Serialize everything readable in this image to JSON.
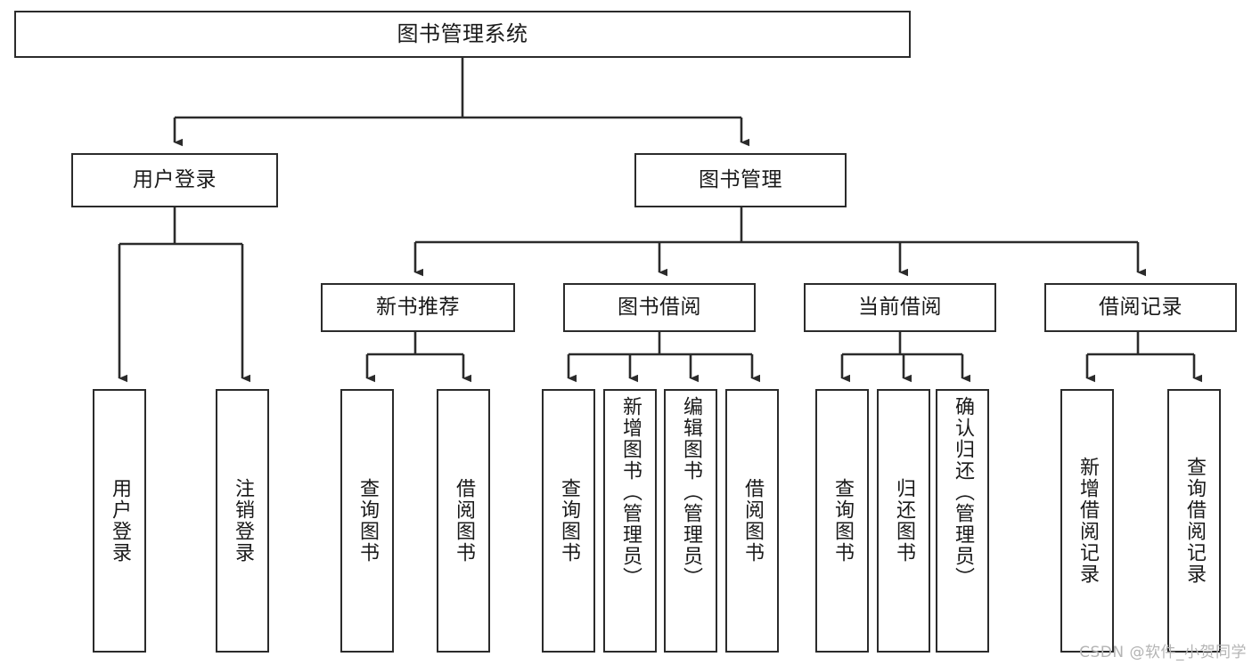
{
  "diagram": {
    "title": "图书管理系统",
    "type": "tree-hierarchy-chart",
    "watermark": "CSDN @软件_小贺同学",
    "colors": {
      "stroke": "#2b2b2b",
      "fill": "#ffffff",
      "text": "#1a1a1a",
      "watermark": "#b4b4b4"
    },
    "levels": {
      "root": {
        "label": "图书管理系统"
      },
      "level2": [
        {
          "label": "用户登录"
        },
        {
          "label": "图书管理"
        }
      ],
      "level3": [
        {
          "label": "新书推荐"
        },
        {
          "label": "图书借阅"
        },
        {
          "label": "当前借阅"
        },
        {
          "label": "借阅记录"
        }
      ],
      "leaves": {
        "user_login": [
          {
            "label": "用户登录"
          },
          {
            "label": "注销登录"
          }
        ],
        "new_book_recommend": [
          {
            "label": "查询图书"
          },
          {
            "label": "借阅图书"
          }
        ],
        "book_borrow": [
          {
            "label": "查询图书"
          },
          {
            "label": "新增图书（管理员）"
          },
          {
            "label": "编辑图书（管理员）"
          },
          {
            "label": "借阅图书"
          }
        ],
        "current_borrow": [
          {
            "label": "查询图书"
          },
          {
            "label": "归还图书"
          },
          {
            "label": "确认归还（管理员）"
          }
        ],
        "borrow_record": [
          {
            "label": "新增借阅记录"
          },
          {
            "label": "查询借阅记录"
          }
        ]
      }
    }
  }
}
